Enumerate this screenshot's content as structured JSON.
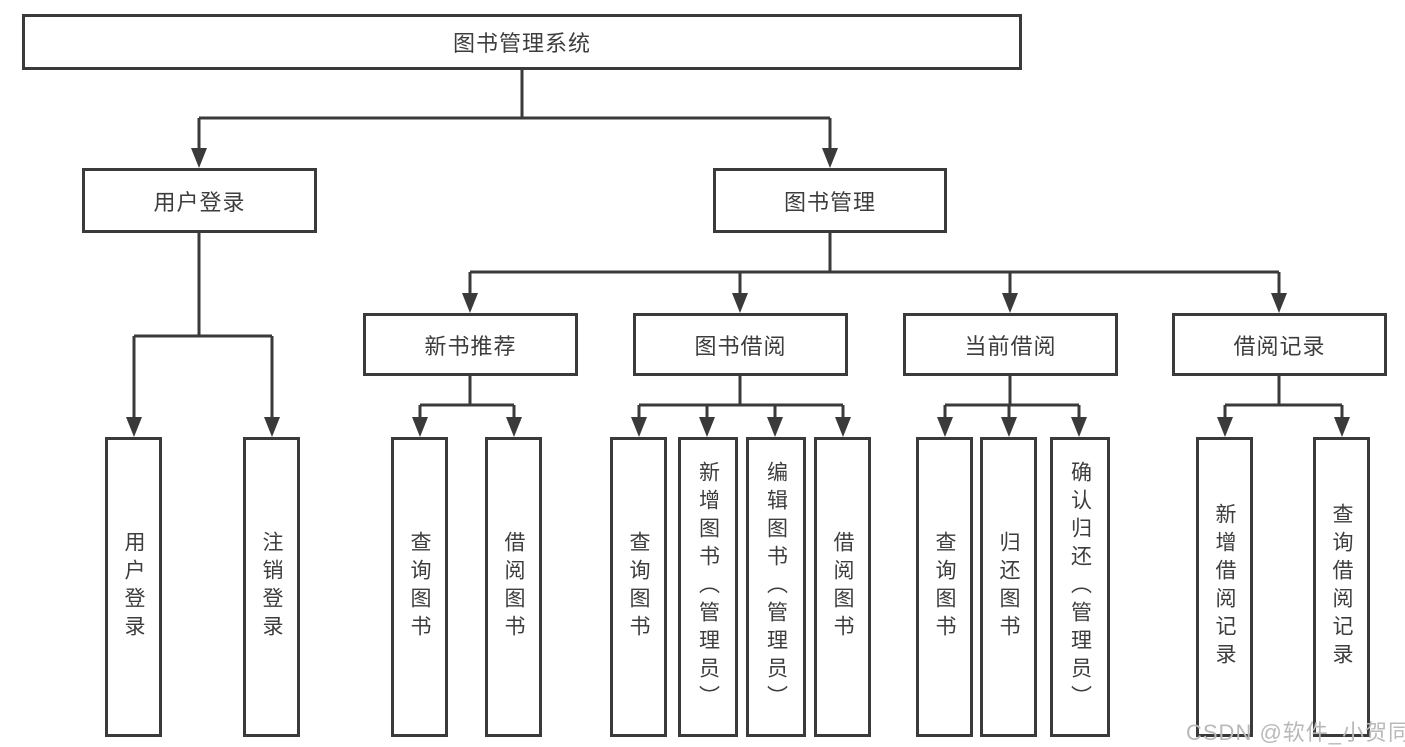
{
  "diagram": {
    "type": "functional-structure-tree",
    "root": {
      "label": "图书管理系统"
    },
    "branches": [
      {
        "label": "用户登录",
        "children": [
          {
            "label": "用户登录"
          },
          {
            "label": "注销登录"
          }
        ]
      },
      {
        "label": "图书管理",
        "children": [
          {
            "label": "新书推荐",
            "children": [
              {
                "label": "查询图书"
              },
              {
                "label": "借阅图书"
              }
            ]
          },
          {
            "label": "图书借阅",
            "children": [
              {
                "label": "查询图书"
              },
              {
                "label": "新增图书（管理员）"
              },
              {
                "label": "编辑图书（管理员）"
              },
              {
                "label": "借阅图书"
              }
            ]
          },
          {
            "label": "当前借阅",
            "children": [
              {
                "label": "查询图书"
              },
              {
                "label": "归还图书"
              },
              {
                "label": "确认归还（管理员）"
              }
            ]
          },
          {
            "label": "借阅记录",
            "children": [
              {
                "label": "新增借阅记录"
              },
              {
                "label": "查询借阅记录"
              }
            ]
          }
        ]
      }
    ]
  },
  "watermark": {
    "text": "CSDN @软件_小贺同学"
  },
  "colors": {
    "line": "#3a3a3a",
    "text": "#3d3d3d",
    "box_fill": "#ffffff",
    "background": "#ffffff",
    "watermark": "#b9b9b9"
  }
}
